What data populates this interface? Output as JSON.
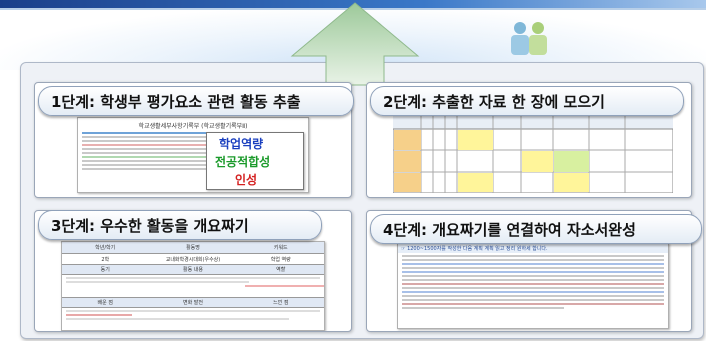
{
  "header": {
    "accent_color": "#2a5fb0"
  },
  "steps": [
    {
      "label": "1단계: 학생부 평가요소 관련 활동 추출"
    },
    {
      "label": "2단계: 추출한 자료 한 장에 모으기"
    },
    {
      "label": "3단계: 우수한 활동을 개요짜기"
    },
    {
      "label": "4단계: 개요짜기를 연결하여 자소서완성"
    }
  ],
  "step1_doc": {
    "title": "학교생활세부사항기록부 (학교생활기록부Ⅱ)",
    "tags": [
      {
        "text": "학업역량",
        "color": "#1a3fbf"
      },
      {
        "text": "전공적합성",
        "color": "#1a9a2a"
      },
      {
        "text": "인성",
        "color": "#d42020"
      }
    ]
  },
  "step3_doc": {
    "headers": [
      "학년/학기",
      "활동명",
      "키워드"
    ],
    "row1": [
      "2학",
      "교내화학경시대회(우수상)",
      "학업 역량"
    ],
    "section_labels": [
      "동기",
      "활동 내용",
      "역할"
    ],
    "section_labels2": [
      "배운 점",
      "변화 발전",
      "느낀 점"
    ]
  },
  "step4_doc": {
    "header": "☞ 1200~1500자를 작성한 다음 계획 계획 읽고 정리 원하세 합니다."
  }
}
